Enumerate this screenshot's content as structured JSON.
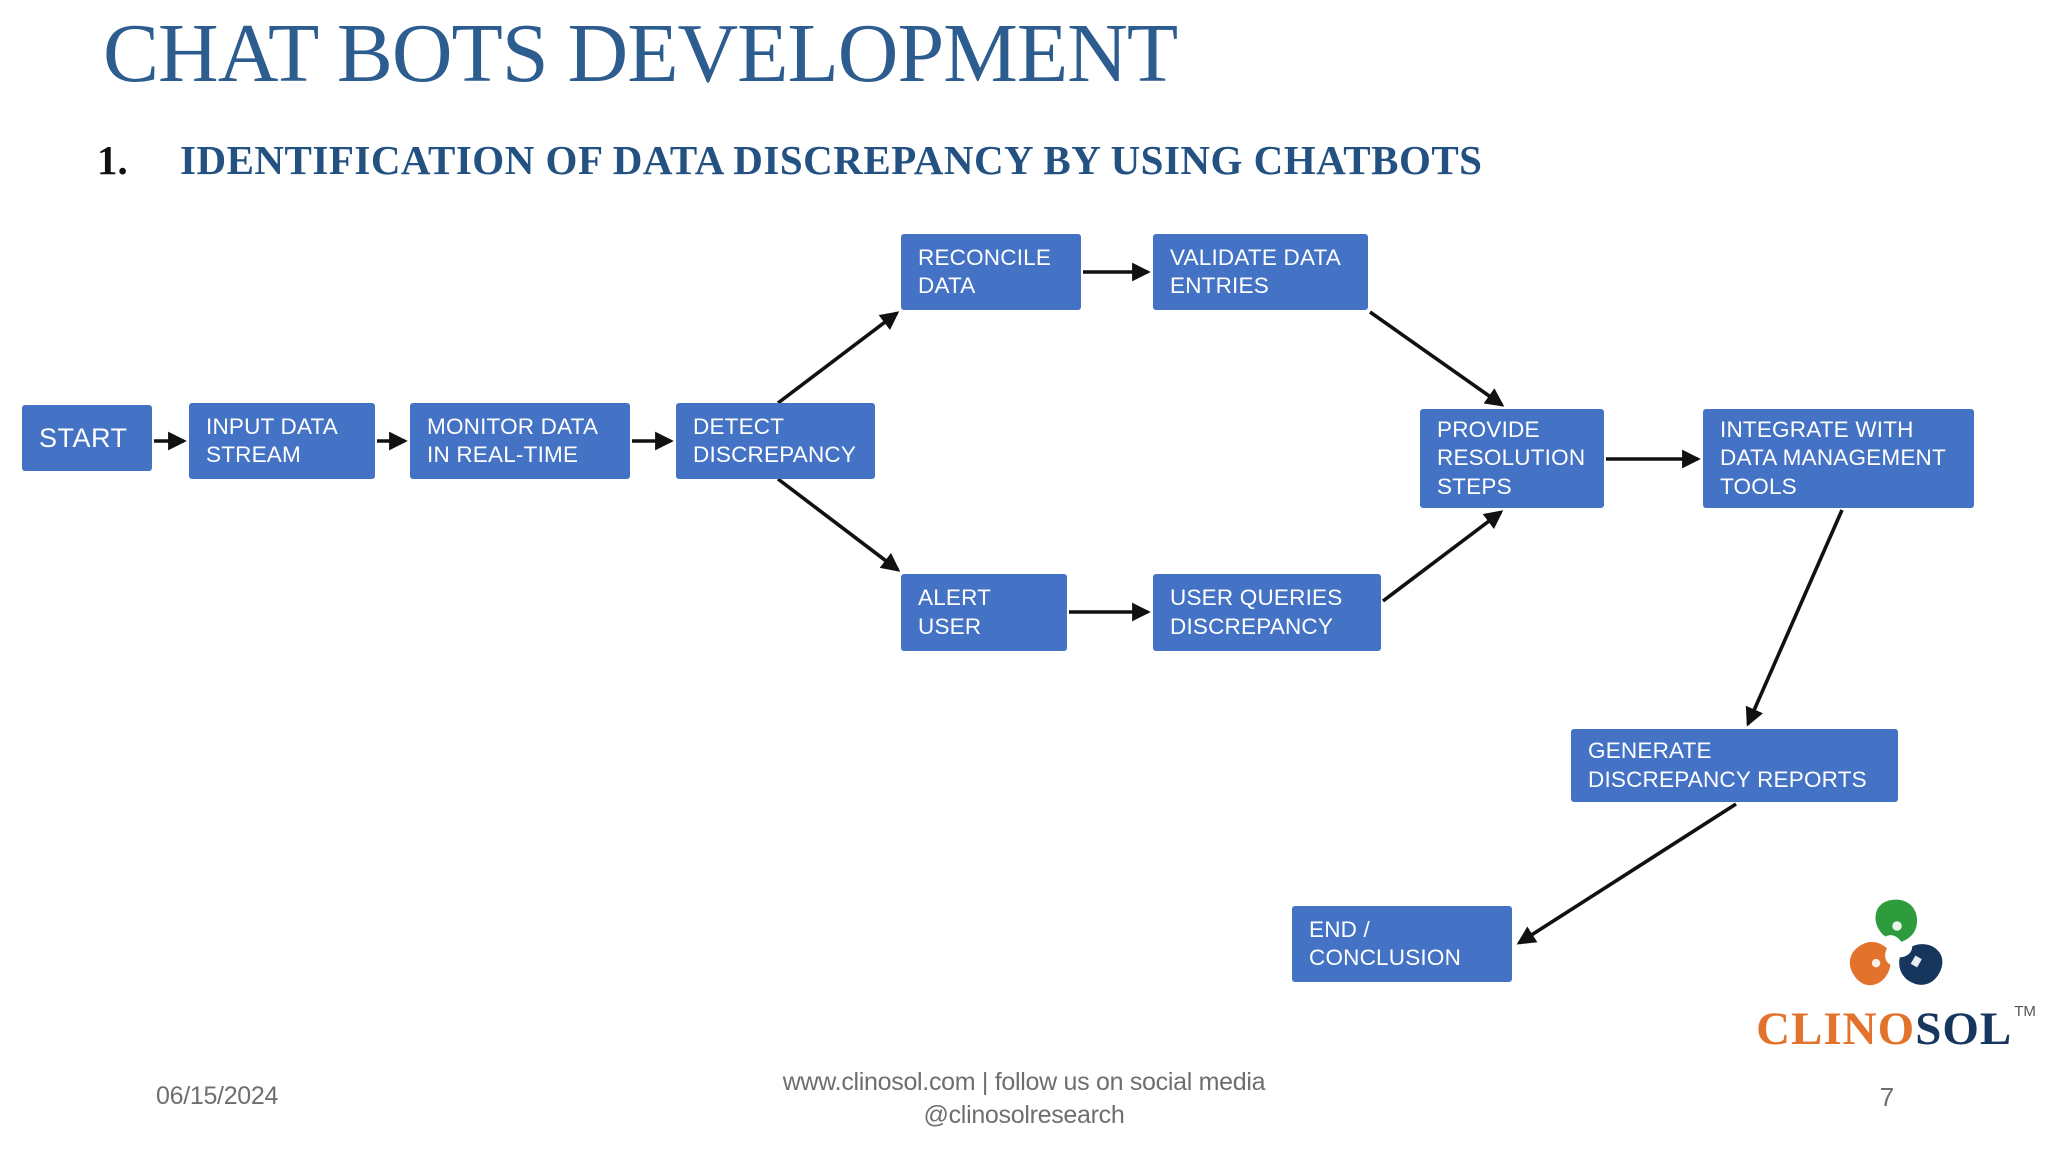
{
  "header": {
    "title": "CHAT BOTS DEVELOPMENT",
    "list_number": "1.",
    "subtitle": "IDENTIFICATION OF DATA DISCREPANCY BY USING CHATBOTS"
  },
  "flowchart": {
    "nodes": {
      "start": {
        "label": "START"
      },
      "input_data_stream": {
        "label": "INPUT DATA\nSTREAM"
      },
      "monitor_data": {
        "label": "MONITOR DATA\nIN REAL-TIME"
      },
      "detect_discrepancy": {
        "label": "DETECT\nDISCREPANCY"
      },
      "reconcile_data": {
        "label": "RECONCILE\nDATA"
      },
      "validate_entries": {
        "label": "VALIDATE DATA\nENTRIES"
      },
      "alert_user": {
        "label": "ALERT\nUSER"
      },
      "user_queries": {
        "label": "USER QUERIES\nDISCREPANCY"
      },
      "provide_resolution": {
        "label": "PROVIDE\nRESOLUTION\nSTEPS"
      },
      "integrate_tools": {
        "label": "INTEGRATE WITH\nDATA MANAGEMENT\nTOOLS"
      },
      "generate_reports": {
        "label": "GENERATE\nDISCREPANCY REPORTS"
      },
      "end_conclusion": {
        "label": "END /\nCONCLUSION"
      }
    },
    "edges": [
      {
        "from": "start",
        "to": "input_data_stream"
      },
      {
        "from": "input_data_stream",
        "to": "monitor_data"
      },
      {
        "from": "monitor_data",
        "to": "detect_discrepancy"
      },
      {
        "from": "detect_discrepancy",
        "to": "reconcile_data"
      },
      {
        "from": "reconcile_data",
        "to": "validate_entries"
      },
      {
        "from": "validate_entries",
        "to": "provide_resolution"
      },
      {
        "from": "detect_discrepancy",
        "to": "alert_user"
      },
      {
        "from": "alert_user",
        "to": "user_queries"
      },
      {
        "from": "user_queries",
        "to": "provide_resolution"
      },
      {
        "from": "provide_resolution",
        "to": "integrate_tools"
      },
      {
        "from": "integrate_tools",
        "to": "generate_reports"
      },
      {
        "from": "generate_reports",
        "to": "end_conclusion"
      }
    ]
  },
  "footer": {
    "date": "06/15/2024",
    "center_line1": "www.clinosol.com | follow us on social media",
    "center_line2": "@clinosolresearch",
    "page_number": "7"
  },
  "logo": {
    "brand_primary": "CLINO",
    "brand_secondary": "SOL",
    "trademark": "TM"
  },
  "colors": {
    "node_fill": "#4472C4",
    "node_text": "#FFFFFF",
    "title": "#2D5C8F",
    "subtitle": "#235181",
    "list_number": "#101010",
    "footer_text": "#6E6E6E",
    "arrow": "#111111",
    "logo_green": "#2E9C3C",
    "logo_orange": "#E2722C",
    "logo_navy": "#17365D"
  }
}
